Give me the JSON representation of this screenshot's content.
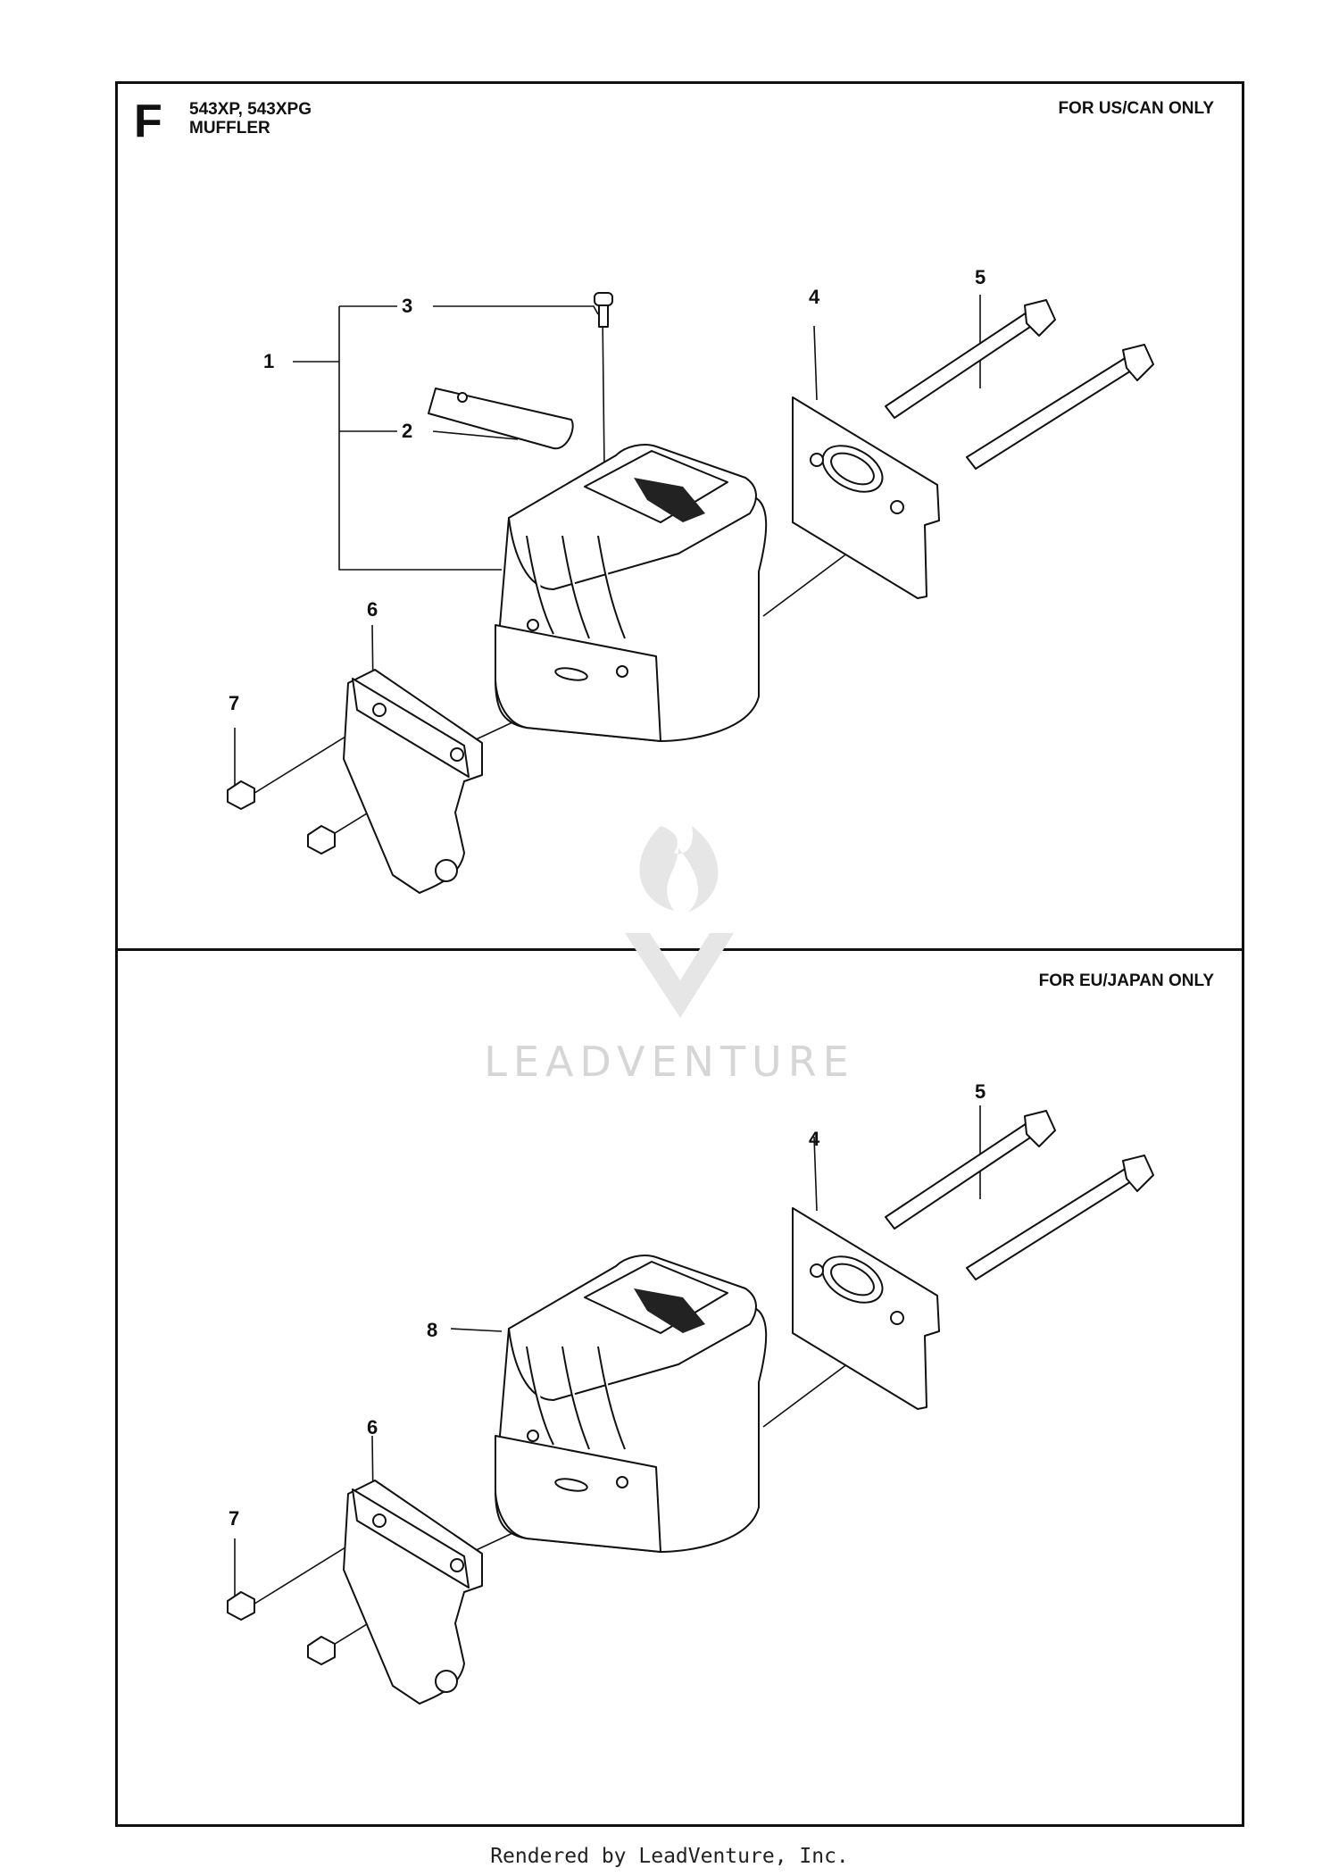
{
  "header": {
    "section_letter": "F",
    "models": "543XP, 543XPG",
    "title": "MUFFLER"
  },
  "panels": [
    {
      "region": "FOR US/CAN ONLY",
      "callouts": [
        "1",
        "2",
        "3",
        "4",
        "5",
        "6",
        "7"
      ]
    },
    {
      "region": "FOR EU/JAPAN ONLY",
      "callouts": [
        "4",
        "5",
        "8",
        "6",
        "7"
      ]
    }
  ],
  "watermark": "LEADVENTURE",
  "footer": "Rendered by LeadVenture, Inc."
}
